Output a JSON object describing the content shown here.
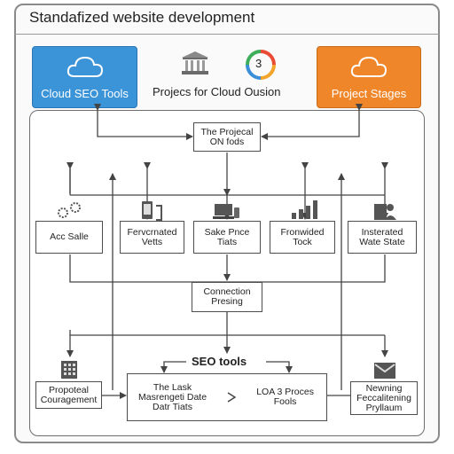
{
  "header": {
    "title": "Standafized website development"
  },
  "top_cards": {
    "left": "Cloud SEO Tools",
    "center": "Projecs for Cloud  Ousion",
    "center_badge": "3",
    "right": "Project Stages"
  },
  "nodes": {
    "top": [
      "The Projecal",
      "ON fods"
    ],
    "row1": [
      [
        "Acc Salle"
      ],
      [
        "Fervcrnated",
        "Vetts"
      ],
      [
        "Sake Pnce",
        "Tiats"
      ],
      [
        "Fronwided",
        "Tock"
      ],
      [
        "Insterated",
        "Wate State"
      ]
    ],
    "middle": [
      "Connection",
      "Presing"
    ],
    "seo_label": "SEO tools",
    "bottom_left": [
      "Propoteal",
      "Couragement"
    ],
    "bottom_center_left": [
      "The Lask",
      "Masrengeti Date",
      "Datr Tiats"
    ],
    "bottom_center_right": [
      "LOA 3 Proces",
      "Fools"
    ],
    "bottom_right": [
      "Newning",
      "Feccalitening",
      "Pryllaum"
    ]
  },
  "colors": {
    "accent_blue": "#3b93d8",
    "accent_orange": "#f0862a",
    "line": "#444444"
  }
}
